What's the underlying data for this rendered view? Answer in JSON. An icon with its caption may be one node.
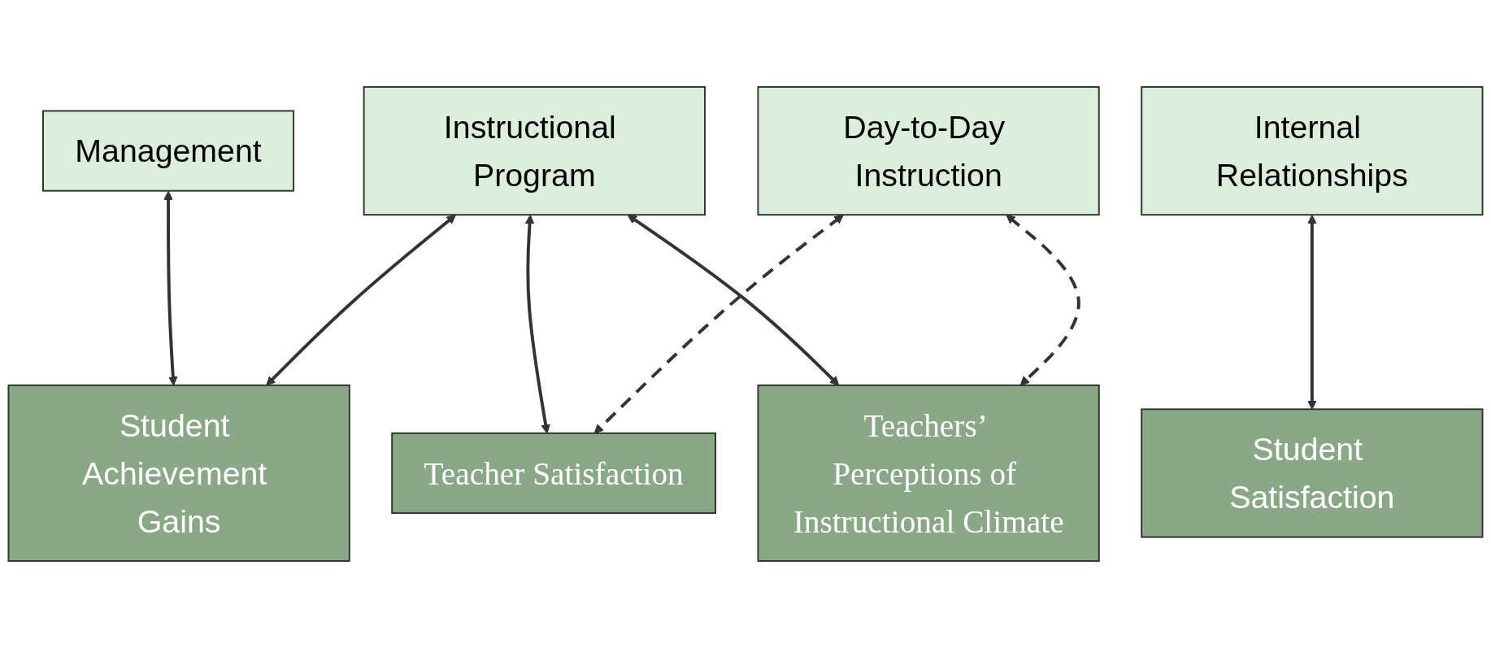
{
  "diagram": {
    "nodes": [
      {
        "text": [
          "Management"
        ]
      },
      {
        "text": [
          "Instructional Program"
        ]
      },
      {
        "text": [
          "Day-to-Day Instruction"
        ]
      },
      {
        "text": [
          "Internal Relationships"
        ]
      },
      {
        "text": [
          "Student Achievement Gains"
        ]
      },
      {
        "text": [
          "Teacher Satisfaction"
        ]
      },
      {
        "text": [
          "Teachers’ Perceptions of Instructional Climate"
        ]
      },
      {
        "text": [
          "Student Satisfaction"
        ]
      }
    ],
    "edges": [
      {
        "from": 0,
        "to": 4,
        "arrow": "both"
      },
      {
        "from": 1,
        "to": 4,
        "arrow": "both"
      },
      {
        "from": 1,
        "to": 5,
        "arrow": "both"
      },
      {
        "from": 1,
        "to": 6,
        "arrow": "both"
      },
      {
        "from": 2,
        "to": 5,
        "arrow": "both",
        "style": "dashed"
      },
      {
        "from": 2,
        "to": 6,
        "arrow": "both",
        "style": "dashed"
      },
      {
        "from": 3,
        "to": 7,
        "arrow": "both"
      }
    ]
  }
}
